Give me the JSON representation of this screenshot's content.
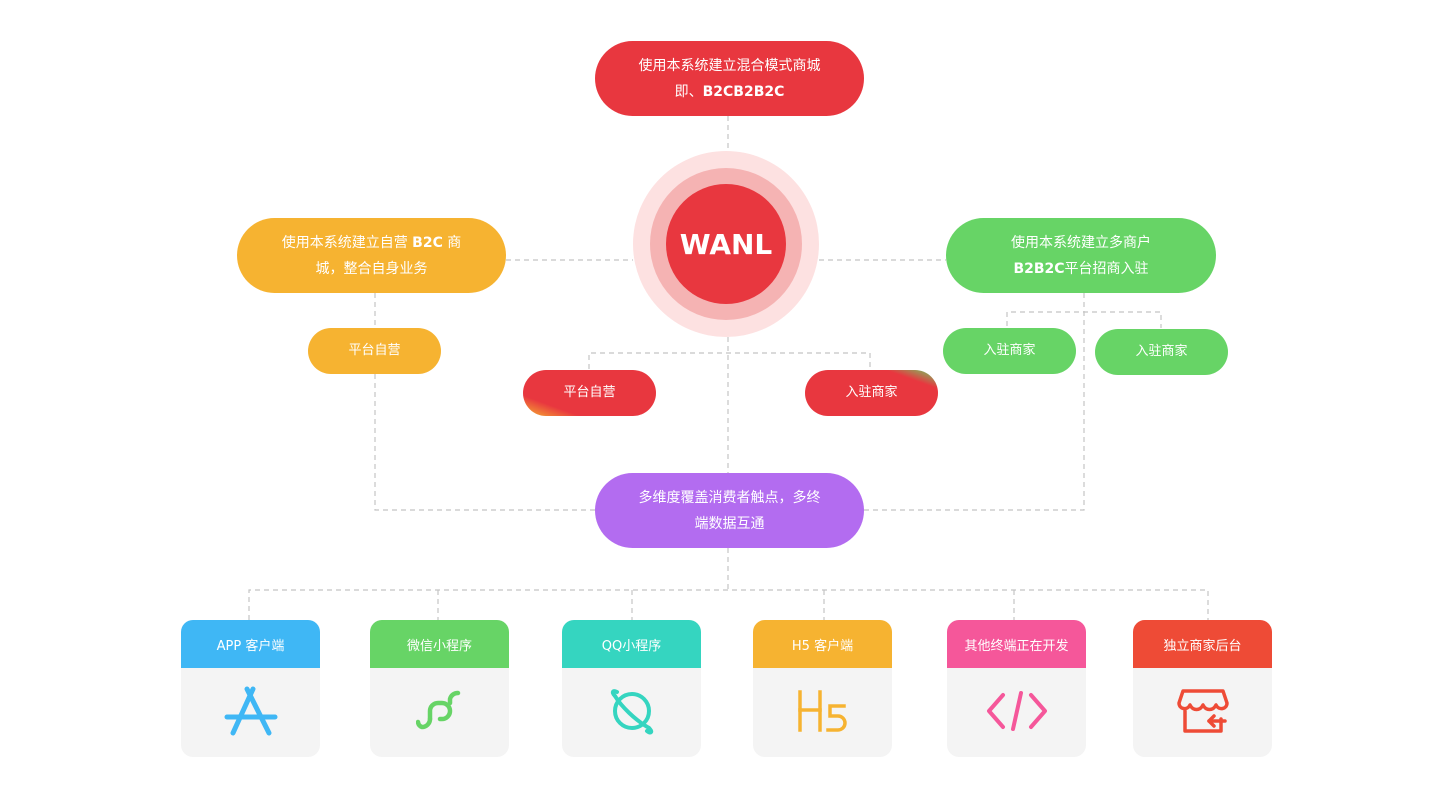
{
  "center": {
    "logo": "WANL"
  },
  "top_box": {
    "line1": "使用本系统建立混合模式商城",
    "line2_prefix": "即、",
    "line2_bold": "B2CB2B2C"
  },
  "left_box": {
    "line1_prefix": "使用本系统建立自营 ",
    "line1_bold": "B2C",
    "line1_suffix": " 商",
    "line2": "城，整合自身业务"
  },
  "right_box": {
    "line1": "使用本系统建立多商户",
    "line2_bold": "B2B2C",
    "line2_suffix": "平台招商入驻"
  },
  "left_sub": {
    "label": "平台自营"
  },
  "center_subs": [
    {
      "label": "平台自营"
    },
    {
      "label": "入驻商家"
    }
  ],
  "right_subs": [
    {
      "label": "入驻商家"
    },
    {
      "label": "入驻商家"
    }
  ],
  "bottom_box": {
    "line1": "多维度覆盖消费者触点，多终",
    "line2": "端数据互通"
  },
  "cards": [
    {
      "label": "APP 客户端",
      "icon": "app-store-icon",
      "color": "#3fb7f5"
    },
    {
      "label": "微信小程序",
      "icon": "wechat-mini-program-icon",
      "color": "#67d466"
    },
    {
      "label": "QQ小程序",
      "icon": "qq-planet-icon",
      "color": "#35d5c0"
    },
    {
      "label": "H5 客户端",
      "icon": "h5-icon",
      "color": "#f6b331"
    },
    {
      "label": "其他终端正在开发",
      "icon": "code-icon",
      "color": "#f5579a"
    },
    {
      "label": "独立商家后台",
      "icon": "store-icon",
      "color": "#ee4b36"
    }
  ]
}
